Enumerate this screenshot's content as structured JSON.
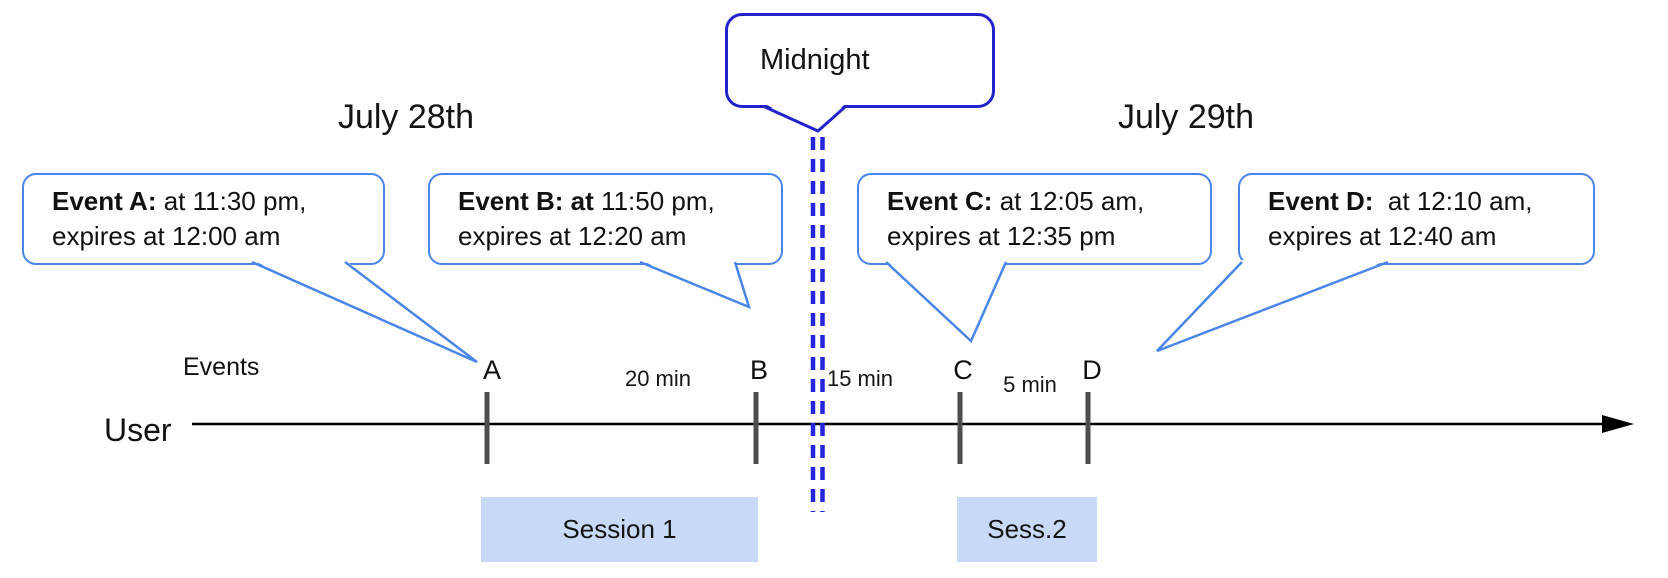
{
  "colors": {
    "axis": "#000000",
    "tick": "#4d4d4d",
    "callout_border": "#4a86e8",
    "midnight_border": "#2323cc",
    "dashed_line": "#2424dd",
    "session_fill": "#c9daf8"
  },
  "dates": {
    "left": "July 28th",
    "right": "July 29th"
  },
  "midnight": {
    "label": "Midnight"
  },
  "callouts": [
    {
      "bold": "Event A:",
      "rest": " at 11:30 pm,",
      "line2": "expires at 12:00 am"
    },
    {
      "bold": "Event B: at",
      "rest": " 11:50 pm,",
      "line2": "expires at 12:20 am"
    },
    {
      "bold": "Event C:",
      "rest": " at 12:05 am,",
      "line2": "expires at 12:35 pm"
    },
    {
      "bold": "Event D:",
      "rest": "  at 12:10 am,",
      "line2": "expires at 12:40 am"
    }
  ],
  "axis": {
    "events_label": "Events",
    "user_label": "User"
  },
  "ticks": [
    "A",
    "B",
    "C",
    "D"
  ],
  "gaps": [
    "20 min",
    "15 min",
    "5 min"
  ],
  "sessions": [
    "Session 1",
    "Sess.2"
  ]
}
